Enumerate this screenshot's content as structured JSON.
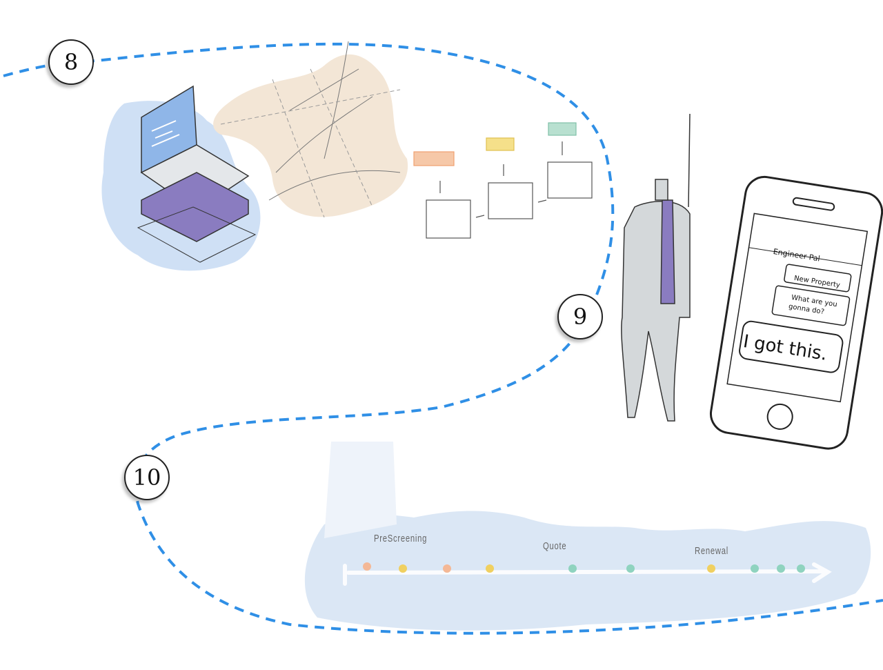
{
  "steps": [
    {
      "number": "8"
    },
    {
      "number": "9"
    },
    {
      "number": "10"
    }
  ],
  "phone": {
    "app_title": "Engineer Pal",
    "message_1": "New Property",
    "message_2_line1": "What are you",
    "message_2_line2": "gonna do?",
    "reply": "I got this."
  },
  "timeline": {
    "stages": [
      "PreScreening",
      "Quote",
      "Renewal"
    ],
    "dots": [
      {
        "color": "#f4b896"
      },
      {
        "color": "#f0d060"
      },
      {
        "color": "#f4b896"
      },
      {
        "color": "#f0d060"
      },
      {
        "color": "#8fd3bf"
      },
      {
        "color": "#8fd3bf"
      },
      {
        "color": "#f0d060"
      },
      {
        "color": "#8fd3bf"
      },
      {
        "color": "#8fd3bf"
      },
      {
        "color": "#8fd3bf"
      }
    ]
  },
  "colors": {
    "path": "#2f8fe6",
    "watercolor": "#dbe7f5",
    "purple": "#8a7cc0"
  }
}
